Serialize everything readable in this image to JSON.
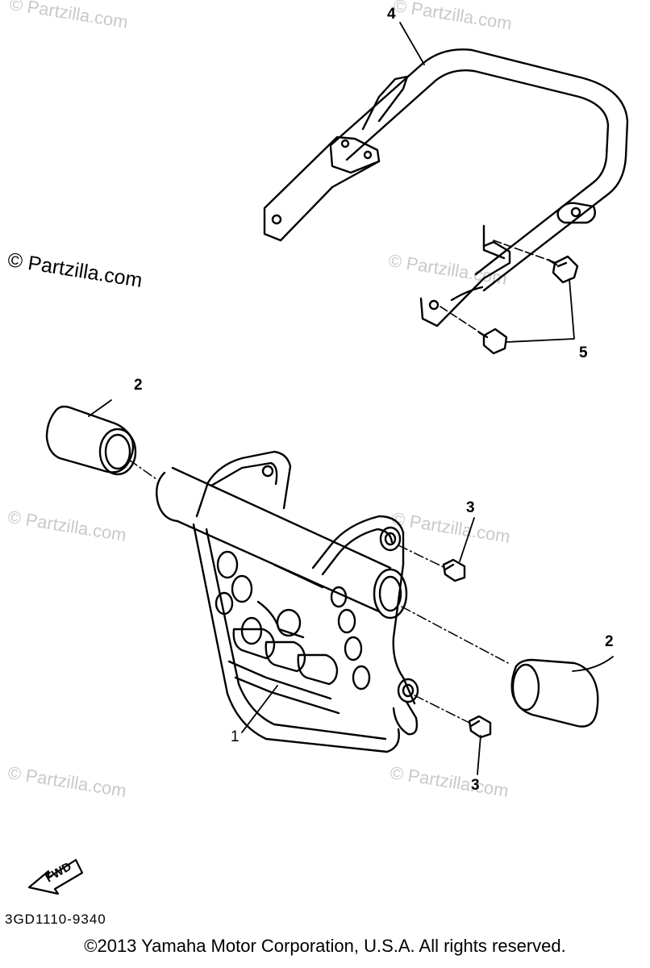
{
  "watermarks": [
    "© Partzilla.com",
    "© Partzilla.com",
    "© Partzilla.com",
    "© Partzilla.com",
    "© Partzilla.com",
    "© Partzilla.com",
    "© Partzilla.com",
    "© Partzilla.com"
  ],
  "callouts": {
    "part_1": "1",
    "part_2_left": "2",
    "part_2_right": "2",
    "part_3_top": "3",
    "part_3_bottom": "3",
    "part_4": "4",
    "part_5": "5"
  },
  "fwd_label": "FWD",
  "diagram_code": "3GD1110-9340",
  "copyright": "©2013  Yamaha Motor Corporation, U.S.A. All rights reserved."
}
